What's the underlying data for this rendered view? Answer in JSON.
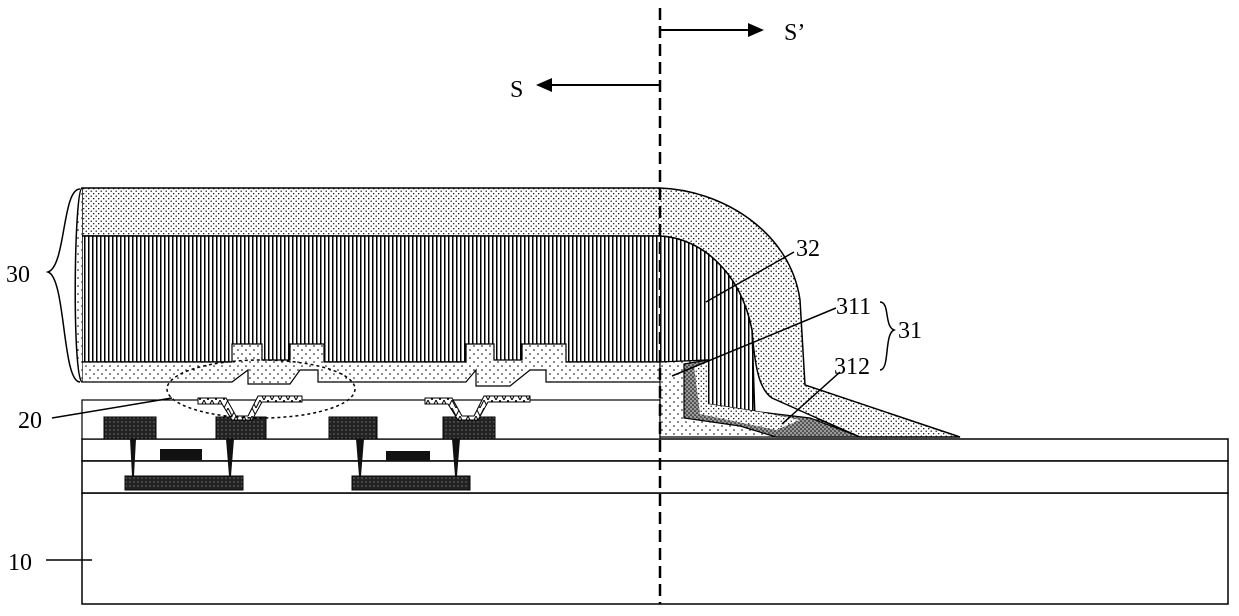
{
  "labels": {
    "s": "S",
    "s_prime": "S’",
    "l30": "30",
    "l32": "32",
    "l311": "311",
    "l31": "31",
    "l312": "312",
    "l20": "20",
    "l10": "10"
  },
  "colors": {
    "stroke": "#000000",
    "fill": "#ffffff",
    "dark": "#1a1a1a"
  }
}
